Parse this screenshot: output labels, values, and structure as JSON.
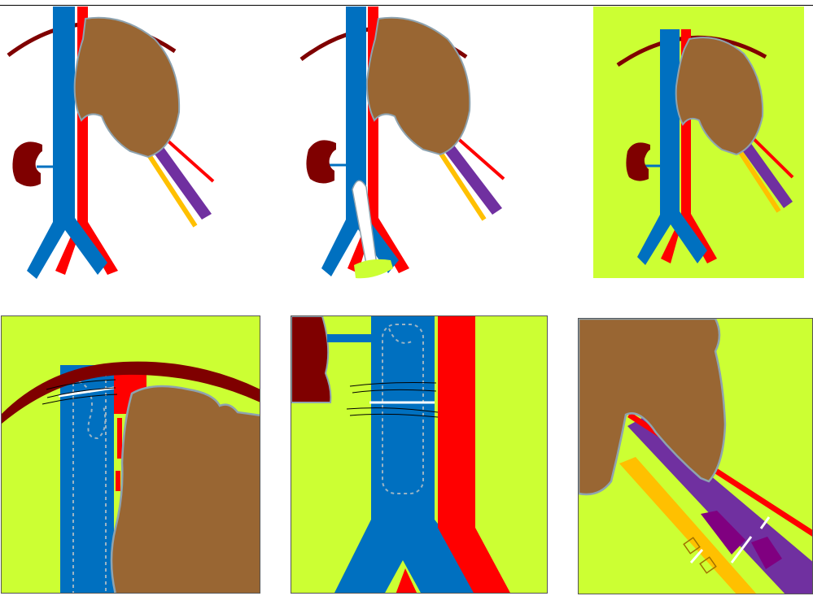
{
  "figure": {
    "panels": [
      {
        "id": "overview-native",
        "background": "#ffffff",
        "shows_graft": false
      },
      {
        "id": "overview-with-graft",
        "background": "#ffffff",
        "shows_graft": true
      },
      {
        "id": "overview-highlighted",
        "background": "#ccff33",
        "shows_graft": false
      },
      {
        "id": "detail-upper-anastomosis",
        "background": "#ccff33"
      },
      {
        "id": "detail-lower-anastomosis",
        "background": "#ccff33"
      },
      {
        "id": "detail-duct-and-vessels",
        "background": "#ccff33"
      }
    ],
    "colors": {
      "vena_cava": "#0070c0",
      "aorta": "#ff0000",
      "liver": "#996633",
      "liver_outline": "#8ea3b0",
      "diaphragm_kidney": "#7f0000",
      "portal_vein": "#7030a0",
      "bile_duct": "#ffc000",
      "graft": "#ffffff",
      "highlight": "#ccff33",
      "suture": "#000000"
    },
    "icons": [
      "diaphragm-arc",
      "kidney-shape",
      "liver-shape",
      "vessel-graft"
    ]
  }
}
